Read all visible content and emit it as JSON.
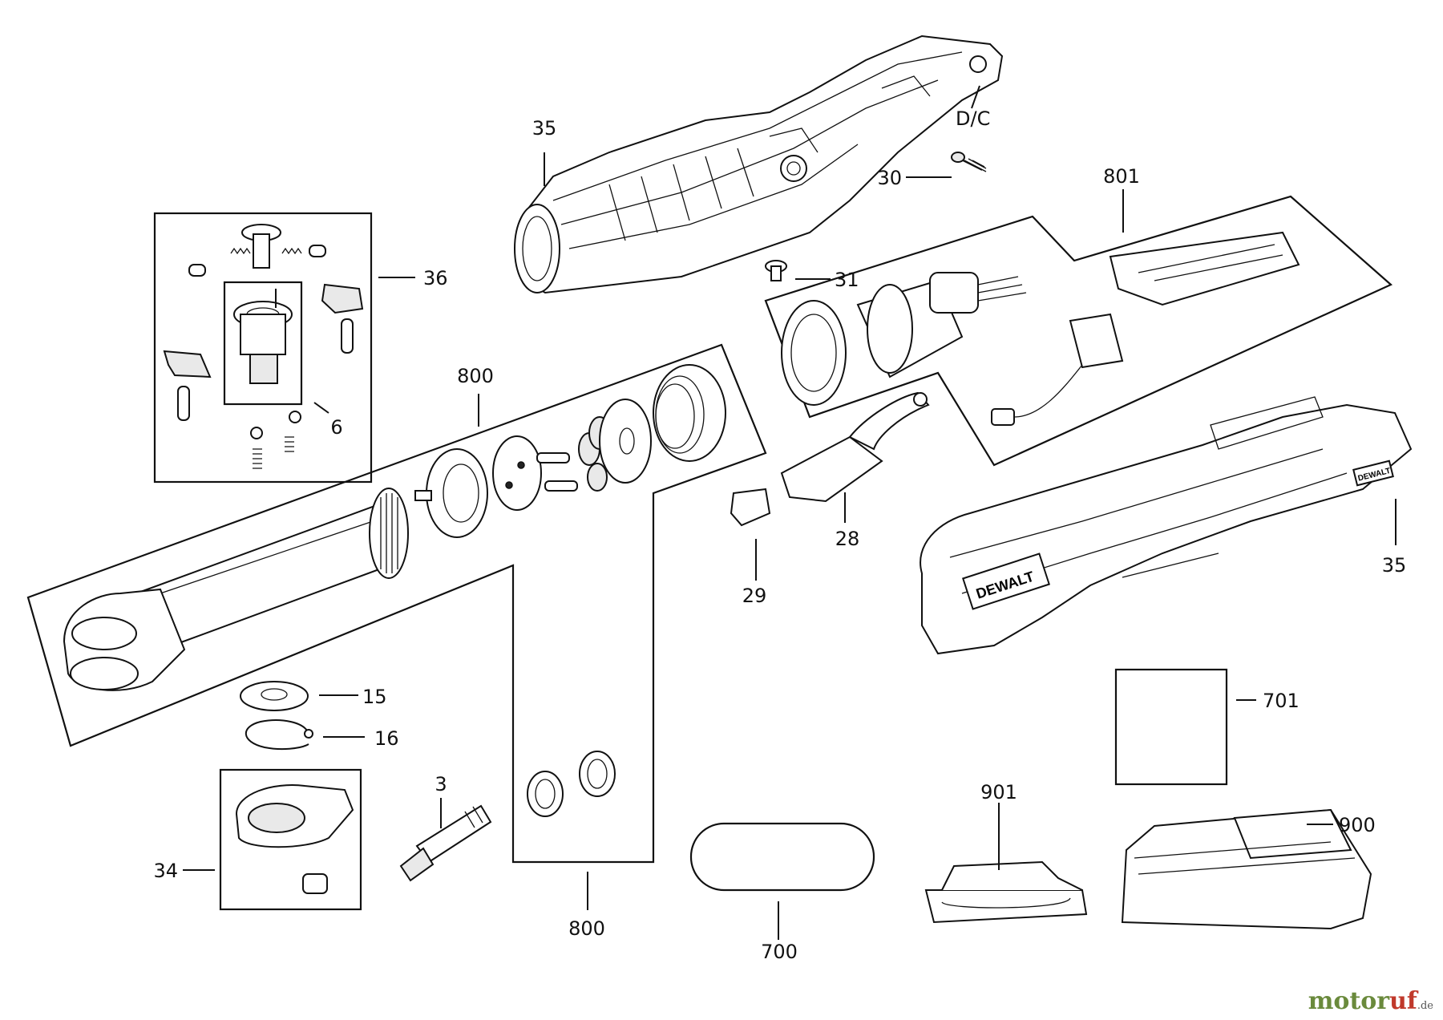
{
  "callouts": {
    "dc": "D/C",
    "p30": "30",
    "p35_top": "35",
    "p801": "801",
    "p36": "36",
    "p31": "31",
    "p6": "6",
    "p800_top": "800",
    "p28": "28",
    "p29": "29",
    "p35_right": "35",
    "p15": "15",
    "p16": "16",
    "p3": "3",
    "p34": "34",
    "p800_bottom": "800",
    "p700": "700",
    "p701": "701",
    "p901": "901",
    "p900": "900"
  },
  "brand": {
    "tool_logo": "DEWALT",
    "tool_logo_small": "DEWALT"
  },
  "watermark": {
    "text_main": "motor",
    "text_accent": "uf",
    "suffix": ".de",
    "color": "#6a8a3c",
    "accent_color": "#c0392b"
  }
}
